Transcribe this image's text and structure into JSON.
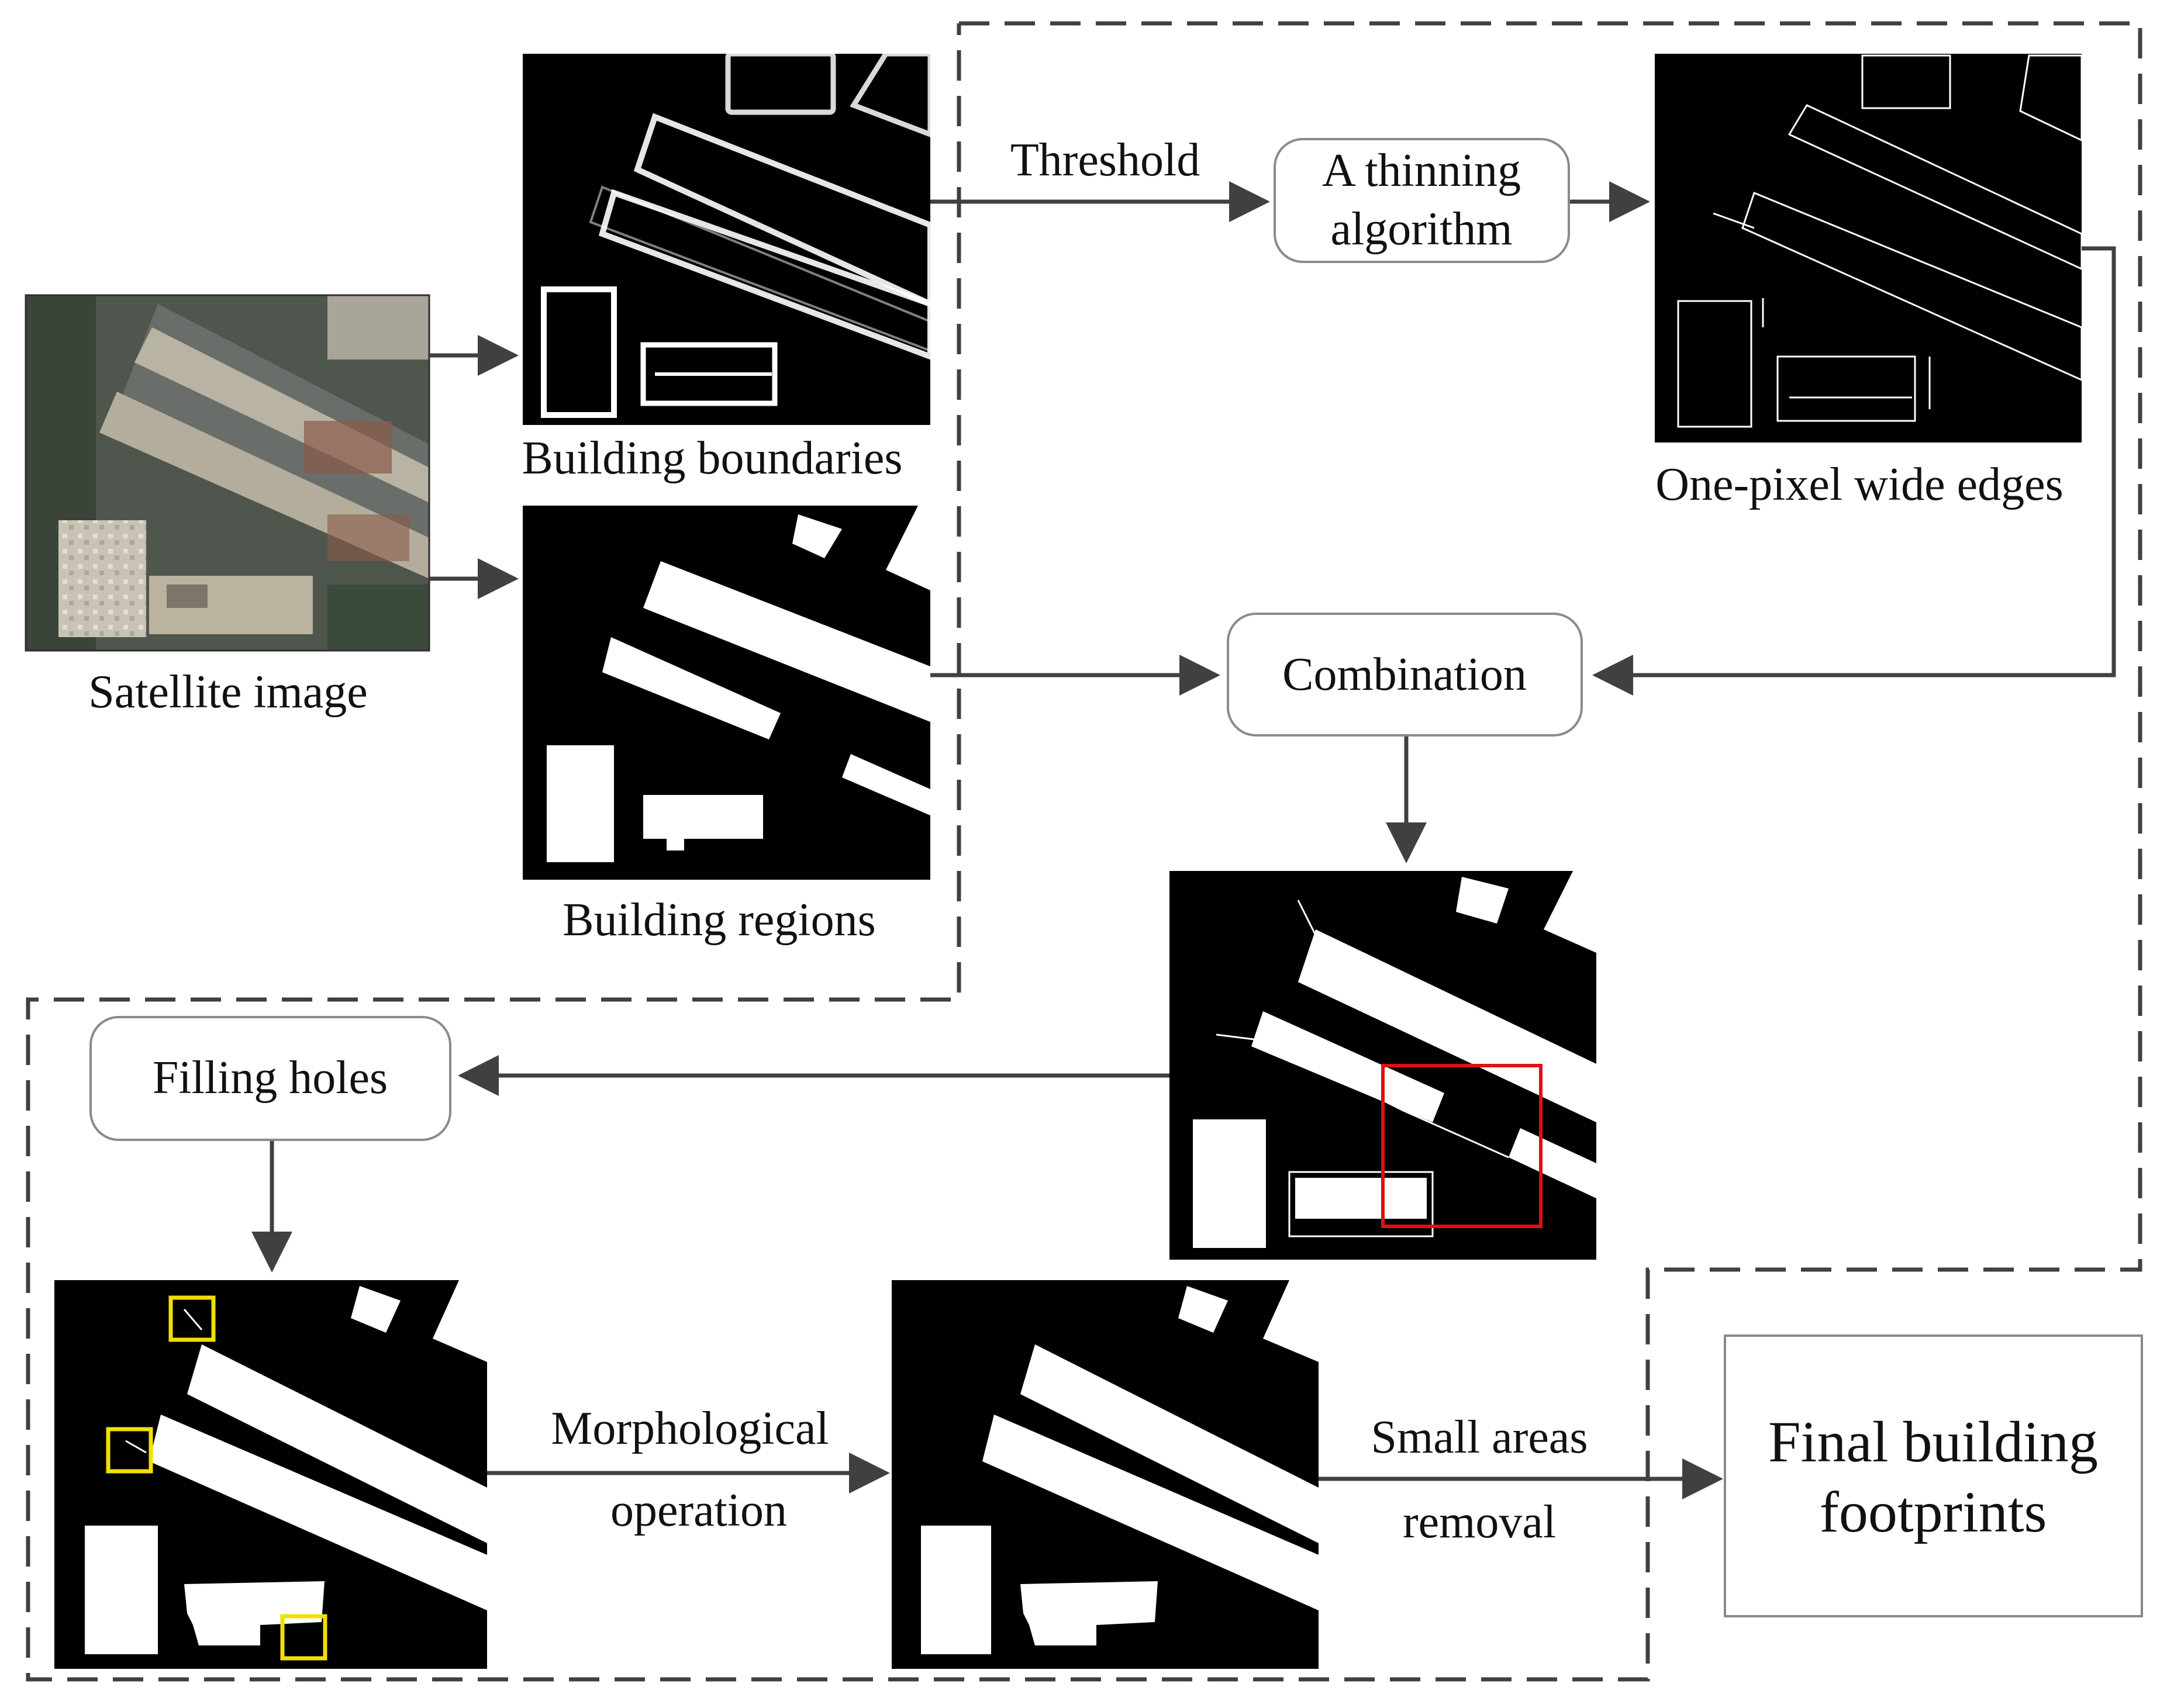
{
  "labels": {
    "satellite_image": "Satellite image",
    "building_boundaries": "Building boundaries",
    "building_regions": "Building regions",
    "one_pixel_edges": "One-pixel wide edges",
    "threshold": "Threshold",
    "morphological_line1": "Morphological",
    "morphological_line2": "operation",
    "small_areas_line1": "Small areas",
    "small_areas_line2": "removal"
  },
  "process_boxes": {
    "thinning_line1": "A thinning",
    "thinning_line2": "algorithm",
    "combination": "Combination",
    "filling_holes": "Filling holes"
  },
  "final_box": {
    "line1": "Final building",
    "line2": "footprints"
  },
  "colors": {
    "arrow": "#404040",
    "dashed_border": "#404040",
    "highlight_red": "#e01010",
    "highlight_yellow": "#f0e000",
    "mask_background": "#000000",
    "mask_foreground": "#ffffff"
  }
}
